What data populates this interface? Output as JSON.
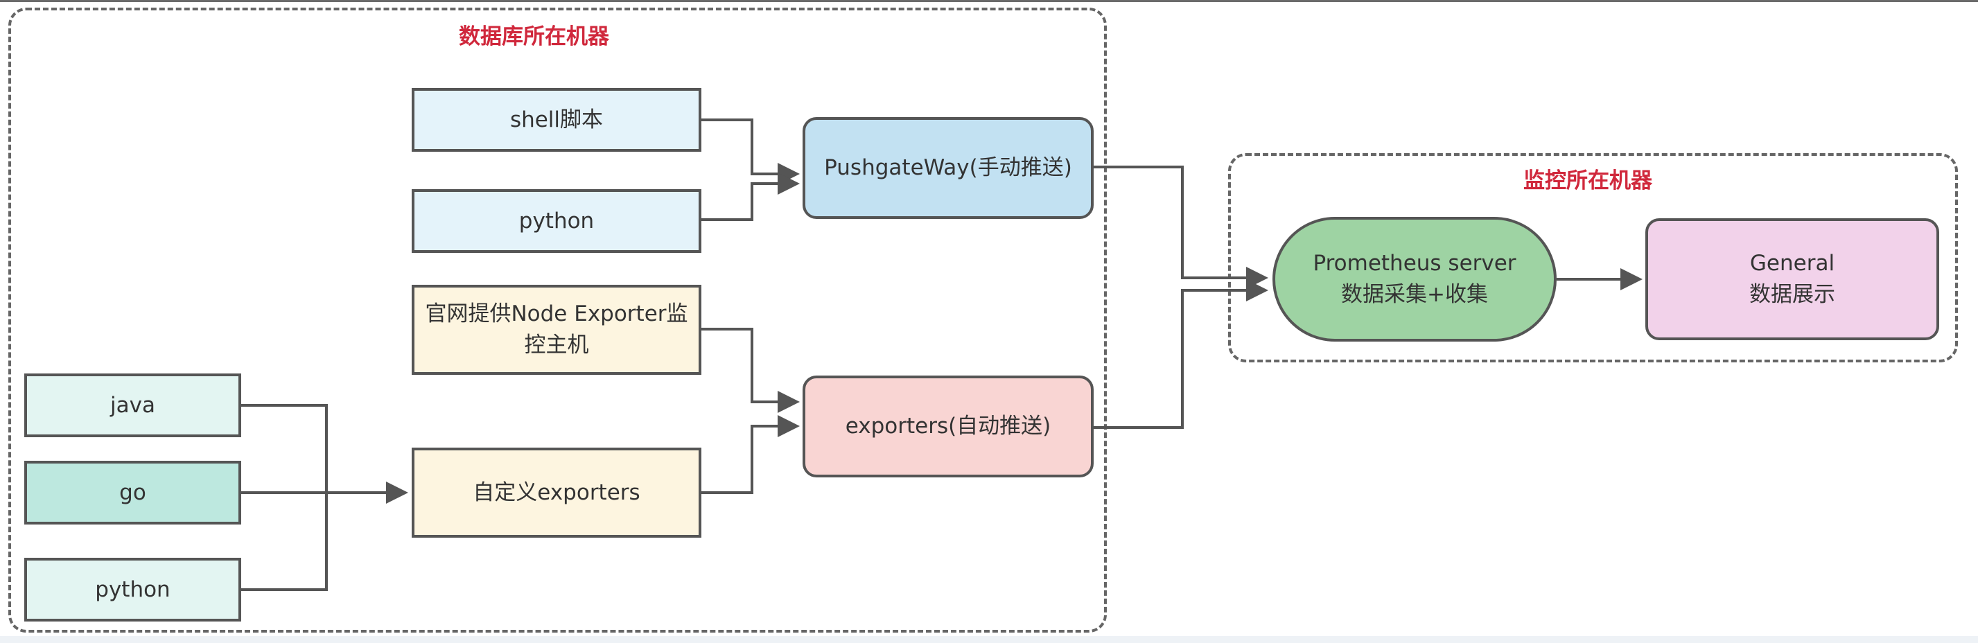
{
  "groups": {
    "db_machine": {
      "title": "数据库所在机器"
    },
    "monitor_machine": {
      "title": "监控所在机器"
    }
  },
  "nodes": {
    "shell_script": {
      "label": "shell脚本"
    },
    "python_push": {
      "label": "python"
    },
    "node_exporter": {
      "line1": "官网提供Node Exporter监",
      "line2": "控主机"
    },
    "custom_exporters": {
      "label": "自定义exporters"
    },
    "pushgateway": {
      "label": "PushgateWay(手动推送)"
    },
    "exporters": {
      "label": "exporters(自动推送)"
    },
    "java": {
      "label": "java"
    },
    "go": {
      "label": "go"
    },
    "python_lang": {
      "label": "python"
    },
    "prometheus": {
      "line1": "Prometheus server",
      "line2": "数据采集+收集"
    },
    "general": {
      "line1": "General",
      "line2": "数据展示"
    }
  },
  "colors": {
    "group_title": "#d0283c",
    "edge": "#555555",
    "border": "#555555"
  }
}
